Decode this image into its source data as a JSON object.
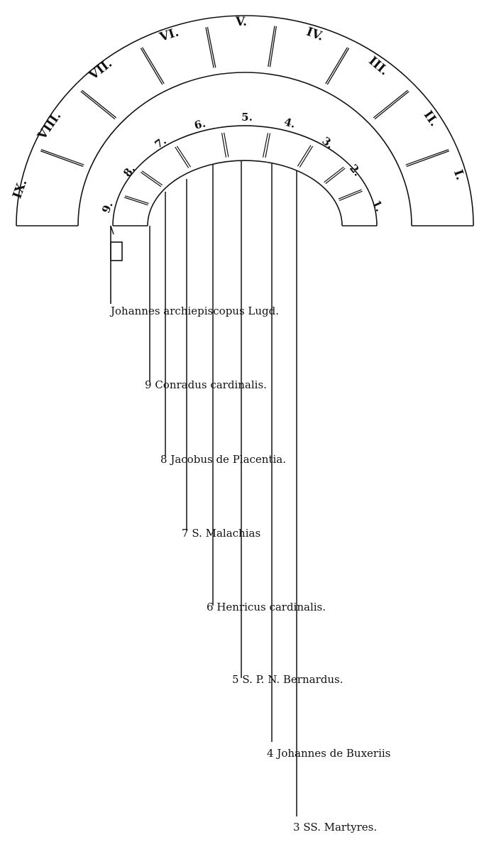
{
  "outer_ring_labels": [
    "I.",
    "II.",
    "III.",
    "IV.",
    "V.",
    "VI.",
    "VII.",
    "VIII.",
    "IX."
  ],
  "inner_ring_labels": [
    "1.",
    "2.",
    "3.",
    "4.",
    "5.",
    "6.",
    "7.",
    "8.",
    "9."
  ],
  "entries": [
    {
      "number": "",
      "text": "Johannes archiepiscopus Lugd."
    },
    {
      "number": "9",
      "text": "Conradus cardinalis."
    },
    {
      "number": "8",
      "text": "Jacobus de Placentia."
    },
    {
      "number": "7",
      "text": "S. Malachias"
    },
    {
      "number": "6",
      "text": "Henricus cardinalis."
    },
    {
      "number": "5",
      "text": "S. P. N. Bernardus."
    },
    {
      "number": "4",
      "text": "Johannes de Buxeriis"
    },
    {
      "number": "3",
      "text": "SS. Martyres."
    }
  ],
  "colors": {
    "ink": "#111111",
    "background": "#ffffff"
  }
}
